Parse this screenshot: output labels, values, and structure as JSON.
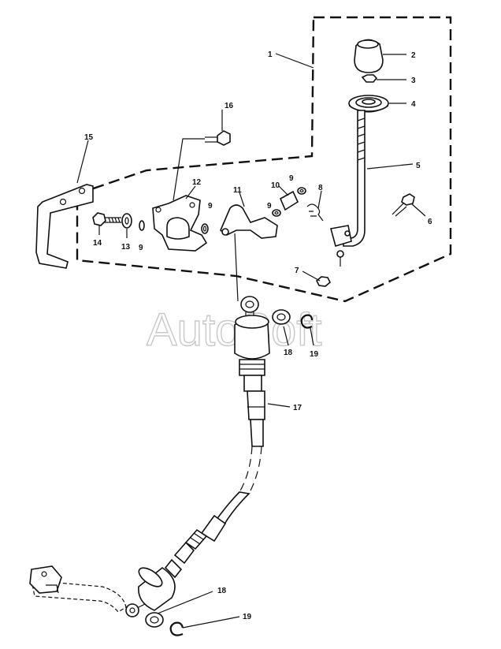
{
  "watermark": "AutoSoft",
  "callouts": {
    "c1": "1",
    "c2": "2",
    "c3": "3",
    "c4": "4",
    "c5": "5",
    "c6": "6",
    "c7": "7",
    "c8": "8",
    "c9a": "9",
    "c9b": "9",
    "c9c": "9",
    "c9d": "9",
    "c10": "10",
    "c11": "11",
    "c12": "12",
    "c13": "13",
    "c14": "14",
    "c15": "15",
    "c16": "16",
    "c17": "17",
    "c18a": "18",
    "c18b": "18",
    "c19a": "19",
    "c19b": "19"
  }
}
